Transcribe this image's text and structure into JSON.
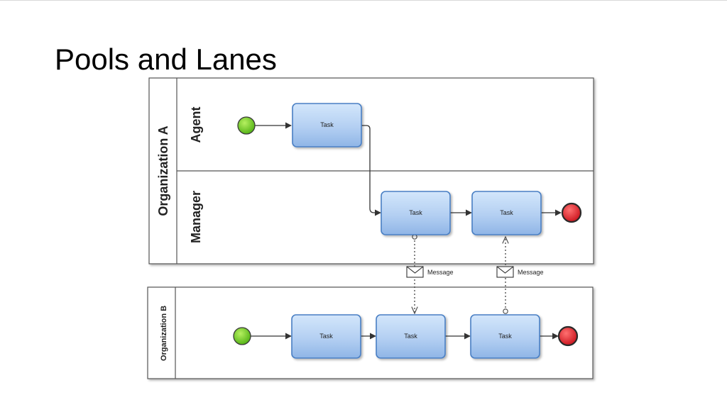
{
  "slide": {
    "title": "Pools and Lanes"
  },
  "pool_a": {
    "name": "Organization A",
    "lanes": {
      "agent": "Agent",
      "manager": "Manager"
    }
  },
  "pool_b": {
    "name": "Organization B"
  },
  "tasks": {
    "agent_task": "Task",
    "manager_task_1": "Task",
    "manager_task_2": "Task",
    "b_task_1": "Task",
    "b_task_2": "Task",
    "b_task_3": "Task"
  },
  "messages": {
    "message_1": "Message",
    "message_2": "Message"
  },
  "colors": {
    "start_event": "#66cc1a",
    "end_event": "#e0242a",
    "task_fill": "#b9d4f3",
    "task_border": "#4a7fc4"
  }
}
